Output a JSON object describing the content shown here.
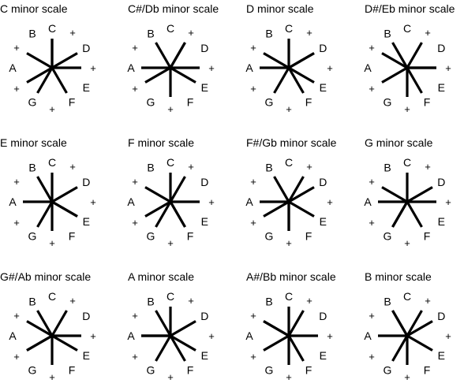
{
  "wheel_labels": [
    "C",
    "+",
    "D",
    "+",
    "E",
    "F",
    "+",
    "G",
    "+",
    "A",
    "+",
    "B"
  ],
  "scales": [
    {
      "title": "C minor scale",
      "tonic": "C",
      "notes": [
        "C",
        "D",
        "D#",
        "F",
        "G",
        "G#",
        "A#"
      ]
    },
    {
      "title": "C#/Db minor scale",
      "tonic": "C#",
      "notes": [
        "C#",
        "D#",
        "E",
        "F#",
        "G#",
        "A",
        "B"
      ]
    },
    {
      "title": "D minor scale",
      "tonic": "D",
      "notes": [
        "D",
        "E",
        "F",
        "G",
        "A",
        "A#",
        "C"
      ]
    },
    {
      "title": "D#/Eb minor scale",
      "tonic": "D#",
      "notes": [
        "D#",
        "F",
        "F#",
        "G#",
        "A#",
        "B",
        "C#"
      ]
    },
    {
      "title": "E minor scale",
      "tonic": "E",
      "notes": [
        "E",
        "F#",
        "G",
        "A",
        "B",
        "C",
        "D"
      ]
    },
    {
      "title": "F minor scale",
      "tonic": "F",
      "notes": [
        "F",
        "G",
        "G#",
        "A#",
        "C",
        "C#",
        "D#"
      ]
    },
    {
      "title": "F#/Gb minor scale",
      "tonic": "F#",
      "notes": [
        "F#",
        "G#",
        "A",
        "B",
        "C#",
        "D",
        "E"
      ]
    },
    {
      "title": "G minor scale",
      "tonic": "G",
      "notes": [
        "G",
        "A",
        "A#",
        "C",
        "D",
        "D#",
        "F"
      ]
    },
    {
      "title": "G#/Ab minor scale",
      "tonic": "G#",
      "notes": [
        "G#",
        "A#",
        "B",
        "C#",
        "D#",
        "E",
        "F#"
      ]
    },
    {
      "title": "A minor scale",
      "tonic": "A",
      "notes": [
        "A",
        "B",
        "C",
        "D",
        "E",
        "F",
        "G"
      ]
    },
    {
      "title": "A#/Bb minor scale",
      "tonic": "A#",
      "notes": [
        "A#",
        "C",
        "C#",
        "D#",
        "F",
        "F#",
        "G#"
      ]
    },
    {
      "title": "B minor scale",
      "tonic": "B",
      "notes": [
        "B",
        "C#",
        "D",
        "E",
        "F#",
        "G",
        "A"
      ]
    }
  ],
  "colors": {
    "ink": "#000000",
    "background": "#ffffff"
  }
}
